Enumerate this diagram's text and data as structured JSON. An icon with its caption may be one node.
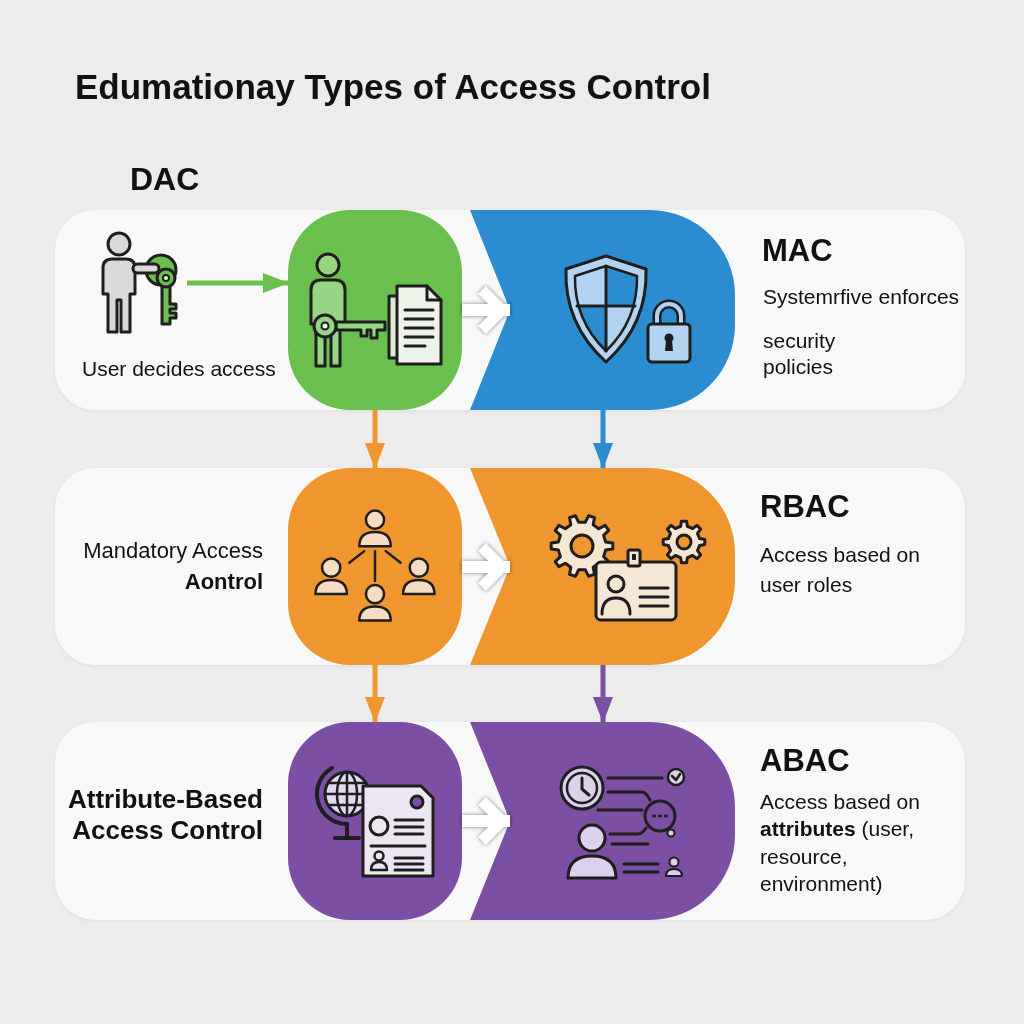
{
  "diagram": {
    "title": "Edumationay Types of Access Control",
    "nodes": [
      {
        "text": [
          "DAC",
          "MAC",
          "Systemrfive enforces",
          "security policies"
        ]
      },
      {
        "text": [],
        "shape": "picture",
        "in": 0
      },
      {
        "text": [],
        "shape": "box",
        "in": 0
      },
      {
        "text": [],
        "shape": "box",
        "in": 0
      },
      {
        "text": [
          "Mandatory Access **Aontrol**",
          "RBAC",
          "Access based on user roles"
        ]
      },
      {
        "text": [],
        "shape": "box",
        "in": 4
      },
      {
        "text": [],
        "shape": "box",
        "in": 4
      },
      {
        "text": [
          "Attribute-Based Access Control",
          "ABAC",
          "Access based on **attributes** (user, resource, environment)"
        ]
      },
      {
        "text": [],
        "shape": "box",
        "in": 7
      },
      {
        "text": [],
        "shape": "box",
        "in": 7
      }
    ],
    "edges": [
      {
        "from": 1,
        "to": 2,
        "arrow": "to",
        "color": "#6bbf4e"
      },
      {
        "from": 2,
        "to": 3,
        "arrow": "to",
        "style": "thick",
        "color": "#ffffff"
      },
      {
        "from": 2,
        "to": 5,
        "arrow": "to",
        "color": "#f0962e"
      },
      {
        "from": 3,
        "to": 6,
        "arrow": "to",
        "color": "#2b8cd0"
      },
      {
        "from": 5,
        "to": 6,
        "arrow": "to",
        "style": "thick",
        "color": "#ffffff"
      },
      {
        "from": 5,
        "to": 8,
        "arrow": "to",
        "color": "#f0962e"
      },
      {
        "from": 6,
        "to": 9,
        "arrow": "to",
        "color": "#7b4fa3"
      },
      {
        "from": 8,
        "to": 9,
        "arrow": "to",
        "style": "thick",
        "color": "#ffffff"
      }
    ],
    "labels": [
      "User decides access"
    ]
  }
}
